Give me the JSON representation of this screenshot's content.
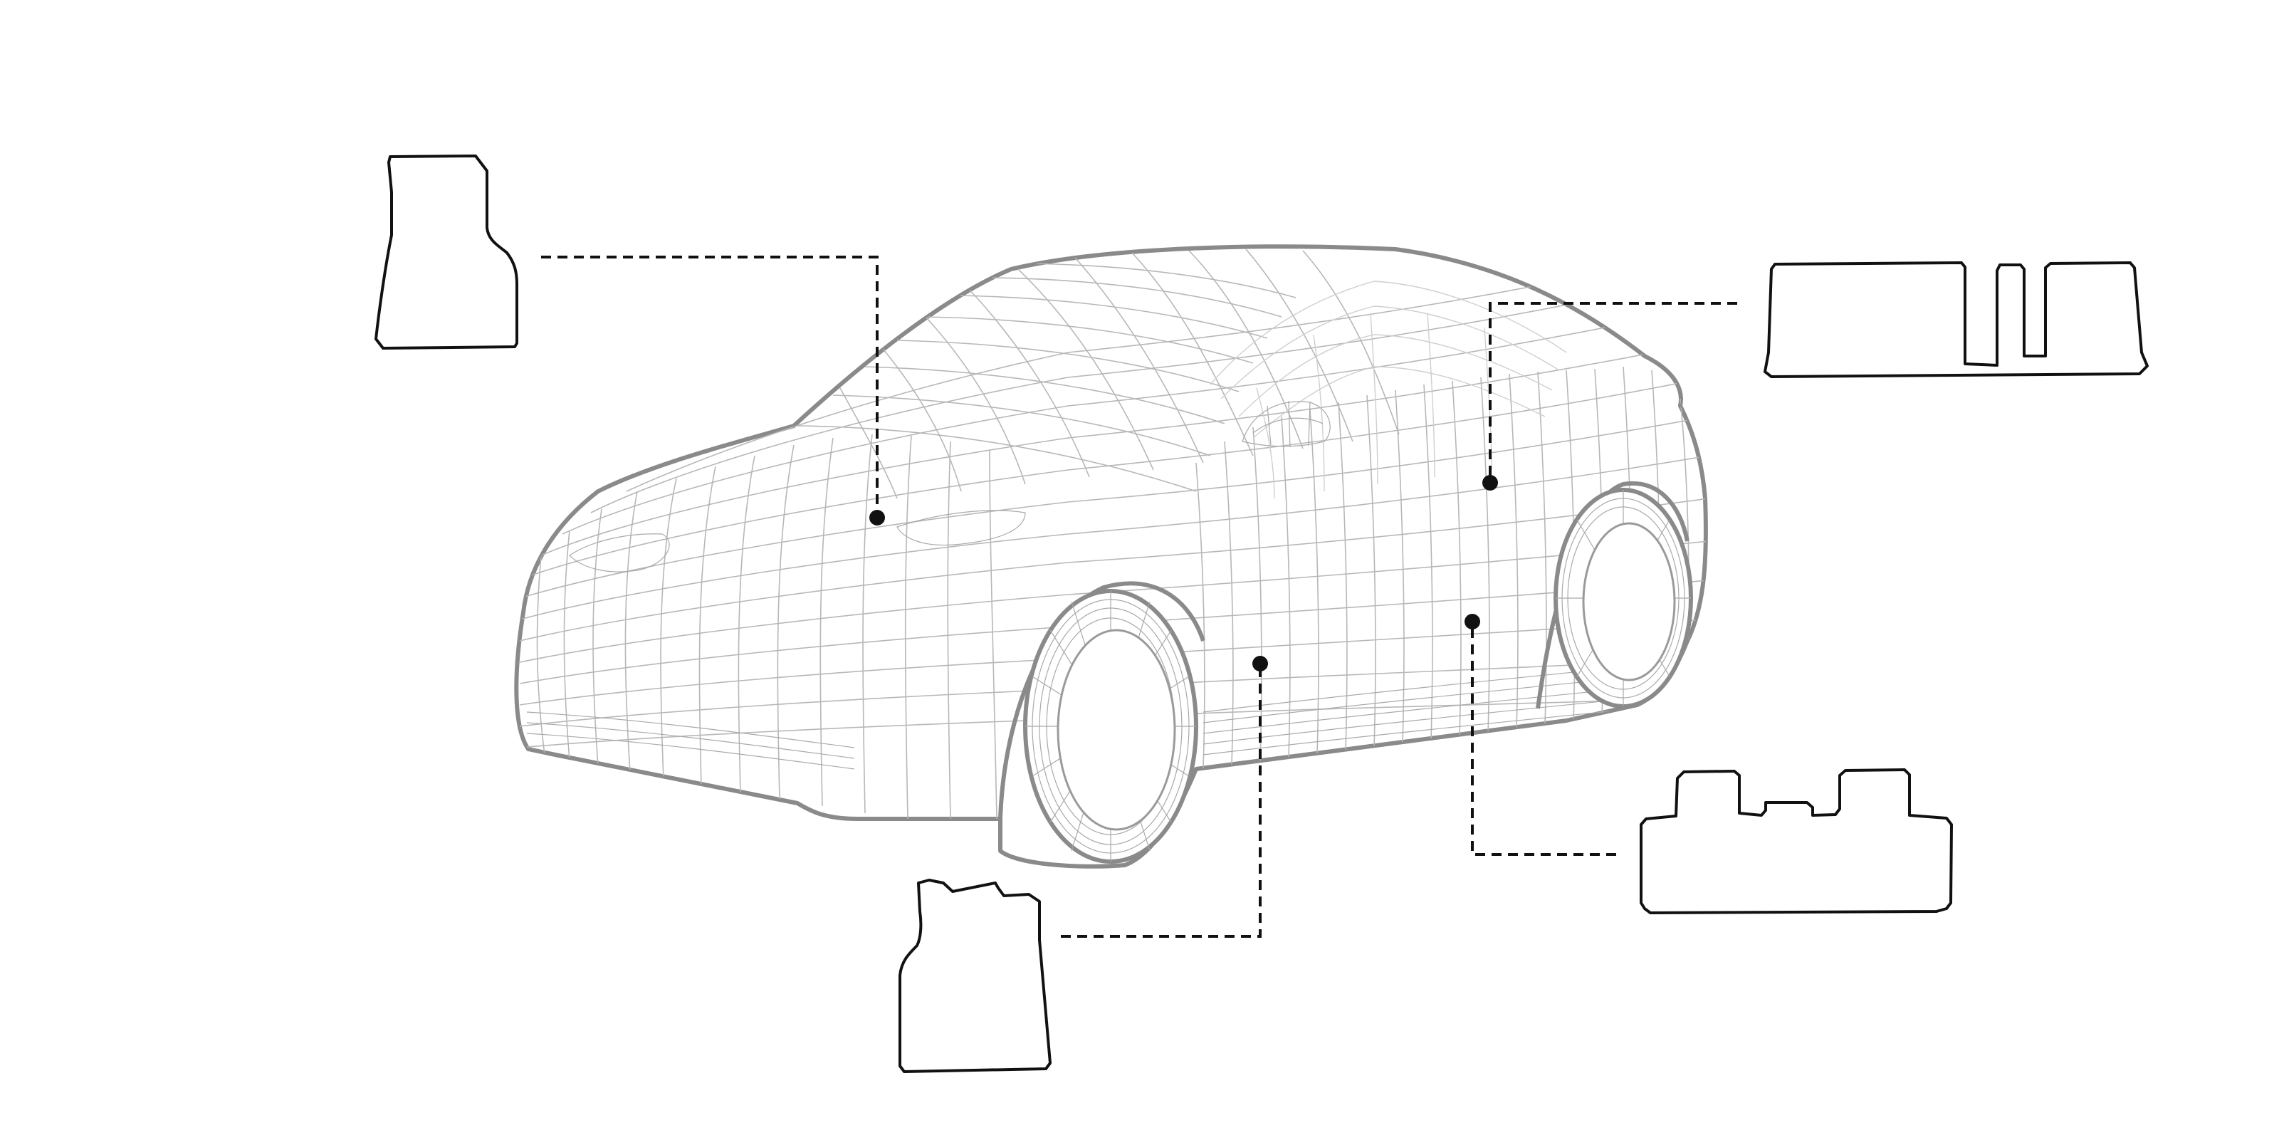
{
  "diagram": {
    "subject": "wireframe-car",
    "colors": {
      "background": "#ffffff",
      "outline": "#111111",
      "car_outline": "#8a8a8a",
      "mesh": "#b7b7b7"
    },
    "parts": [
      {
        "id": "driver-mat",
        "icon": "driver-floor-mat-outline",
        "anchor": "hood"
      },
      {
        "id": "passenger-mat",
        "icon": "front-passenger-floor-mat-outline",
        "anchor": "front-door-lower"
      },
      {
        "id": "trunk-mat",
        "icon": "trunk-floor-mat-outline",
        "anchor": "rear-door"
      },
      {
        "id": "rear-mat",
        "icon": "rear-floor-mat-outline",
        "anchor": "rear-sill"
      }
    ]
  }
}
